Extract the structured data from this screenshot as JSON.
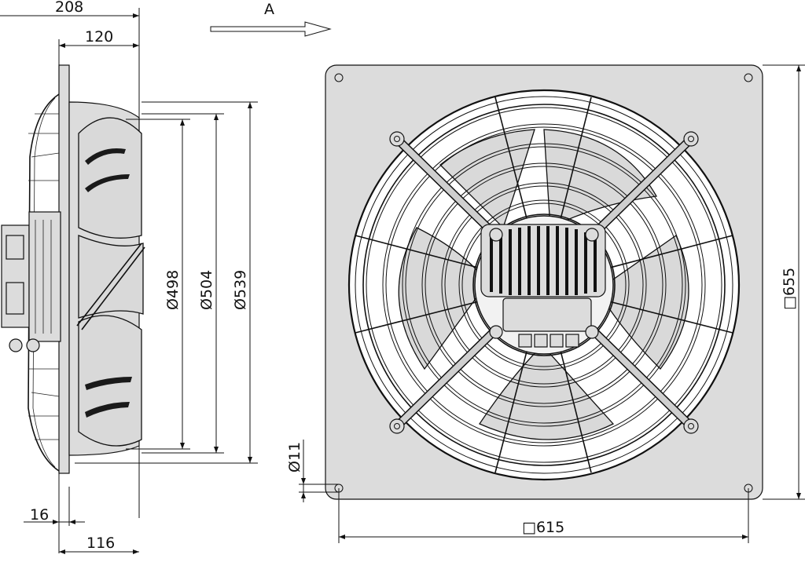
{
  "view_arrow_label": "A",
  "dimensions": {
    "overall_depth": "208",
    "guard_depth": "120",
    "inlet_ring_diameter": "Ø498",
    "impeller_diameter": "Ø504",
    "nozzle_diameter": "Ø539",
    "flange_thickness": "16",
    "mount_depth": "116",
    "hole_diameter": "Ø11",
    "plate_height": "□655",
    "hole_spacing": "□615"
  },
  "colors": {
    "line": "#111111",
    "part_fill": "#dcdcdc",
    "background": "#ffffff"
  }
}
